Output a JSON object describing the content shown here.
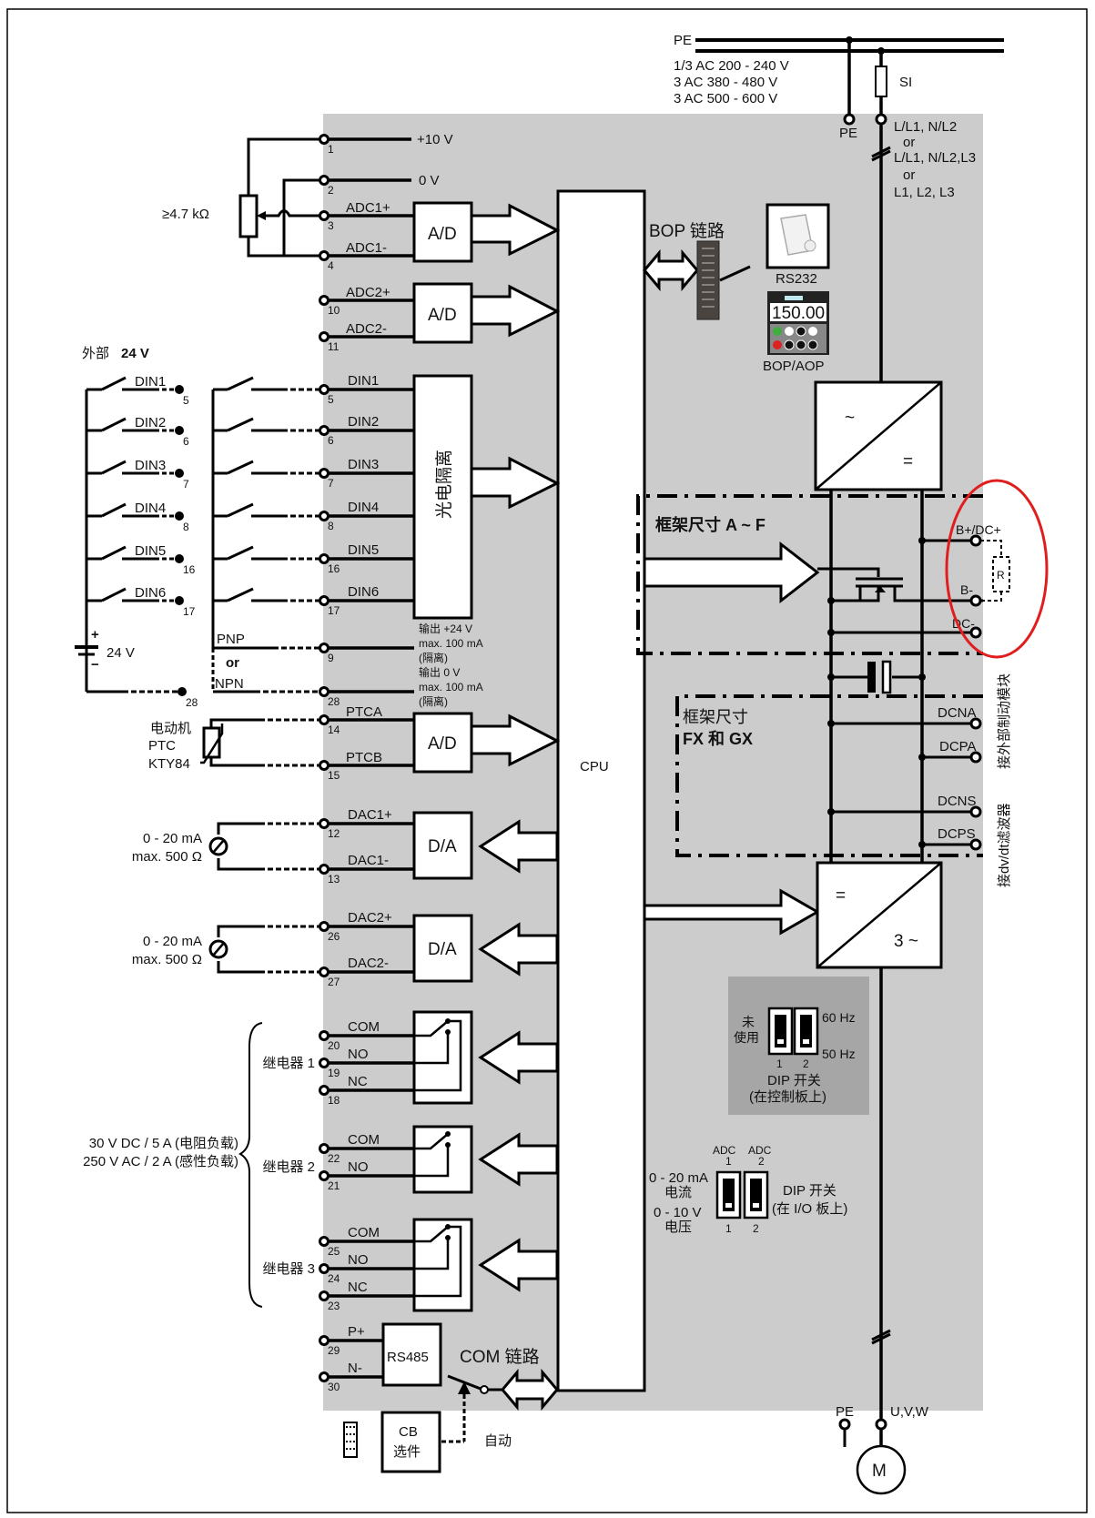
{
  "supply": {
    "pe_label": "PE",
    "voltage_lines": [
      "1/3 AC 200 - 240 V",
      "3 AC 380 - 480 V",
      "3 AC 500 - 600 V"
    ],
    "fuse_label": "SI",
    "pe_terminal_label": "PE",
    "line_terminal_lines": [
      "L/L1, N/L2",
      "or",
      "L/L1, N/L2,L3",
      "or",
      "L1, L2, L3"
    ]
  },
  "analog_inputs": {
    "pot_label": "≥4.7 kΩ",
    "ref_plus_label": "+10 V",
    "ref_zero_label": "0 V",
    "terminals": [
      {
        "num": "1"
      },
      {
        "num": "2"
      },
      {
        "num": "3",
        "signal": "ADC1+"
      },
      {
        "num": "4",
        "signal": "ADC1-"
      },
      {
        "num": "10",
        "signal": "ADC2+"
      },
      {
        "num": "11",
        "signal": "ADC2-"
      }
    ],
    "block_label": "A/D"
  },
  "digital_inputs": {
    "external_title": "外部",
    "external_voltage": "24 V",
    "battery_plus": "+",
    "battery_minus": "−",
    "battery_label": "24 V",
    "items": [
      {
        "signal": "DIN1",
        "num": "5"
      },
      {
        "signal": "DIN2",
        "num": "6"
      },
      {
        "signal": "DIN3",
        "num": "7"
      },
      {
        "signal": "DIN4",
        "num": "8"
      },
      {
        "signal": "DIN5",
        "num": "16"
      },
      {
        "signal": "DIN6",
        "num": "17"
      }
    ],
    "isolation_label": "光电隔离",
    "pnp_label": "PNP",
    "or_label": "or",
    "npn_label": "NPN",
    "term9": "9",
    "term28": "28",
    "out24_lines": [
      "输出 +24 V",
      "max. 100 mA",
      "(隔离)"
    ],
    "out0_lines": [
      "输出 0 V",
      "max. 100 mA",
      "(隔离)"
    ]
  },
  "ptc": {
    "labels": [
      "电动机",
      "PTC",
      "KTY84"
    ],
    "terminals": [
      {
        "num": "14",
        "signal": "PTCA"
      },
      {
        "num": "15",
        "signal": "PTCB"
      }
    ],
    "block_label": "A/D"
  },
  "analog_outputs": [
    {
      "load": [
        "0 - 20 mA",
        "max. 500 Ω"
      ],
      "terminals": [
        {
          "num": "12",
          "signal": "DAC1+"
        },
        {
          "num": "13",
          "signal": "DAC1-"
        }
      ],
      "block_label": "D/A"
    },
    {
      "load": [
        "0 - 20 mA",
        "max. 500 Ω"
      ],
      "terminals": [
        {
          "num": "26",
          "signal": "DAC2+"
        },
        {
          "num": "27",
          "signal": "DAC2-"
        }
      ],
      "block_label": "D/A"
    }
  ],
  "relays": {
    "rating_lines": [
      "30 V DC / 5 A (电阻负载)",
      "250 V AC / 2 A (感性负载)"
    ],
    "items": [
      {
        "label": "继电器 1",
        "terminals": [
          {
            "num": "20",
            "signal": "COM"
          },
          {
            "num": "19",
            "signal": "NO"
          },
          {
            "num": "18",
            "signal": "NC"
          }
        ]
      },
      {
        "label": "继电器 2",
        "terminals": [
          {
            "num": "22",
            "signal": "COM"
          },
          {
            "num": "21",
            "signal": "NO"
          }
        ]
      },
      {
        "label": "继电器 3",
        "terminals": [
          {
            "num": "25",
            "signal": "COM"
          },
          {
            "num": "24",
            "signal": "NO"
          },
          {
            "num": "23",
            "signal": "NC"
          }
        ]
      }
    ]
  },
  "serial": {
    "terminals": [
      {
        "num": "29",
        "signal": "P+"
      },
      {
        "num": "30",
        "signal": "N-"
      }
    ],
    "block_label": "RS485",
    "com_link_label": "COM 链路",
    "cb_lines": [
      "CB",
      "选件"
    ],
    "auto_label": "自动"
  },
  "cpu_label": "CPU",
  "bop": {
    "link_label": "BOP 链路",
    "rs232_label": "RS232",
    "display_value": "150.00",
    "panel_label": "BOP/AOP"
  },
  "power": {
    "rectifier_in": "~",
    "rectifier_out": "=",
    "frame_af_label": "框架尺寸 A ~ F",
    "frame_fx_lines": [
      "框架尺寸",
      "FX 和 GX"
    ],
    "brake_terminals": [
      "B+/DC+",
      "B-",
      "DC-"
    ],
    "resistor_label": "R",
    "dc_terminals": [
      "DCNA",
      "DCPA",
      "DCNS",
      "DCPS"
    ],
    "side_label_brake": "接外部制动模块",
    "side_label_filter": "接dv/dt滤波器",
    "inverter_in": "=",
    "inverter_out": "3 ~",
    "output_pe": "PE",
    "output_uvw": "U,V,W",
    "motor_label": "M"
  },
  "dip_control": {
    "unused_lines": [
      "未",
      "使用"
    ],
    "hz60": "60 Hz",
    "hz50": "50 Hz",
    "switch_nums": [
      "1",
      "2"
    ],
    "title_lines": [
      "DIP 开关",
      "(在控制板上)"
    ]
  },
  "dip_io": {
    "adc_labels": [
      "ADC",
      "ADC"
    ],
    "adc_nums": [
      "1",
      "2"
    ],
    "current_lines": [
      "0 - 20 mA",
      "电流"
    ],
    "voltage_lines": [
      "0 - 10 V",
      "电压"
    ],
    "switch_nums": [
      "1",
      "2"
    ],
    "title_lines": [
      "DIP 开关",
      "(在 I/O 板上)"
    ]
  },
  "colors": {
    "panel": "#cccccc",
    "dip_panel": "#a6a6a6",
    "highlight": "#e01e1e",
    "line": "#000000"
  }
}
